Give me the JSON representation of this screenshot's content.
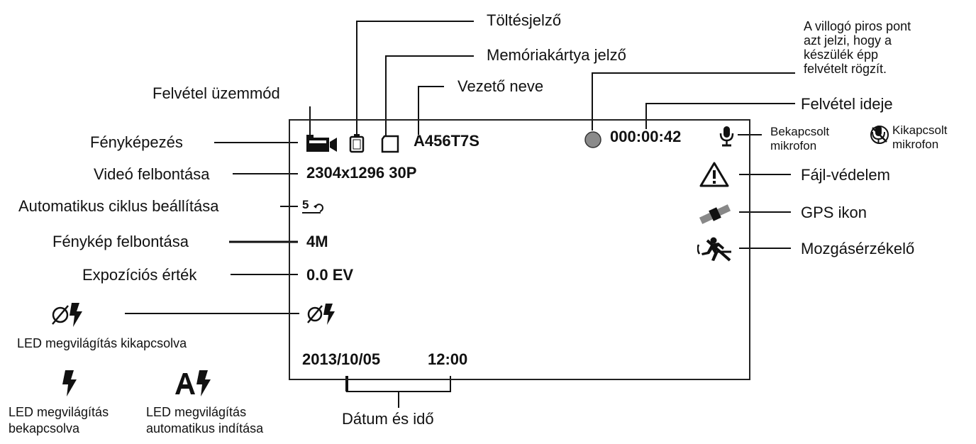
{
  "labels": {
    "charge": "Töltésjelző",
    "memcard": "Memóriakártya jelző",
    "blink_note": "A villogó piros pont\nazt jelzi, hogy a\nkészülék épp\nfelvételt rögzít.",
    "driver": "Vezető neve",
    "rec_mode": "Felvétel üzemmód",
    "rec_time": "Felvétel ideje",
    "photo": "Fényképezés",
    "mic_on": "Bekapcsolt\nmikrofon",
    "mic_off": "Kikapcsolt\nmikrofon",
    "video_res": "Videó felbontása",
    "file_protect": "Fájl-védelem",
    "loop": "Automatikus ciklus beállítása",
    "gps": "GPS ikon",
    "photo_res": "Fénykép felbontása",
    "motion": "Mozgásérzékelő",
    "exposure": "Expozíciós érték",
    "led_off": "LED megvilágítás kikapcsolva",
    "led_on": "LED megvilágítás\nbekapcsolva",
    "led_auto": "LED megvilágítás\nautomatikus indítása",
    "datetime": "Dátum és idő"
  },
  "screen": {
    "driver_name": "A456T7S",
    "rec_time": "000:00:42",
    "video_res": "2304x1296 30P",
    "loop_value": "5",
    "photo_res": "4M",
    "exposure": "0.0 EV",
    "date": "2013/10/05",
    "time": "12:00"
  },
  "icons": {
    "camera": "video-camera-icon",
    "battery": "battery-icon",
    "sdcard": "sd-card-icon",
    "rec_dot": "record-dot-icon",
    "mic_on": "microphone-icon",
    "mic_off": "microphone-off-icon",
    "warning": "warning-triangle-icon",
    "gps": "satellite-icon",
    "motion": "motion-detector-icon",
    "flash_off": "flash-off-icon",
    "flash_on": "flash-icon",
    "flash_auto": "flash-auto-icon",
    "loop": "loop-icon"
  },
  "colors": {
    "rec_dot": "#8a8a8a",
    "ink": "#111111"
  }
}
